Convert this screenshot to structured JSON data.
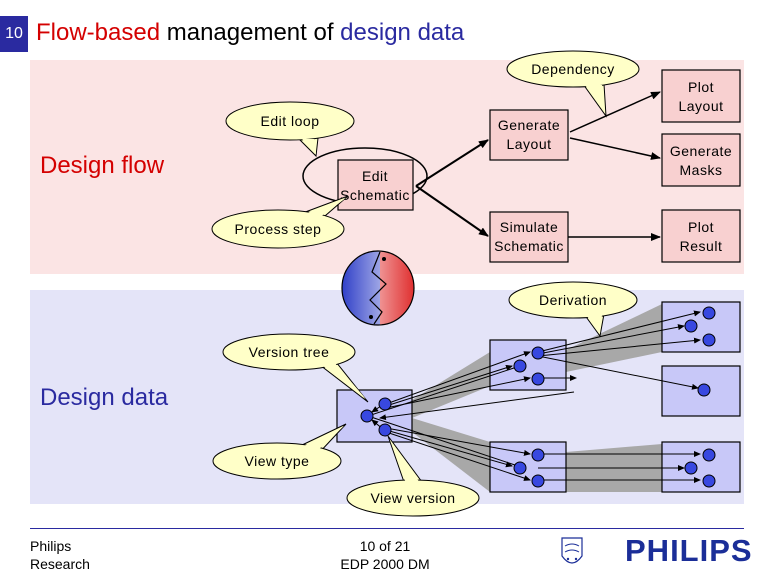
{
  "header": {
    "slide_number": "10",
    "title_part1": "Flow-based",
    "title_part2": " management of ",
    "title_part3": "design data"
  },
  "design_flow": {
    "label": "Design flow",
    "boxes": {
      "edit_schematic": [
        "Edit",
        "Schematic"
      ],
      "generate_layout": [
        "Generate",
        "Layout"
      ],
      "simulate_schematic": [
        "Simulate",
        "Schematic"
      ],
      "plot_layout": [
        "Plot",
        "Layout"
      ],
      "generate_masks": [
        "Generate",
        "Masks"
      ],
      "plot_result": [
        "Plot",
        "Result"
      ]
    },
    "callouts": {
      "edit_loop": "Edit loop",
      "process_step": "Process step",
      "dependency": "Dependency"
    }
  },
  "design_data": {
    "label": "Design data",
    "callouts": {
      "version_tree": "Version tree",
      "view_type": "View type",
      "view_version": "View version",
      "derivation": "Derivation"
    }
  },
  "footer": {
    "org_line1": "Philips",
    "org_line2": "Research",
    "page": "10 of 21",
    "event": "EDP 2000 DM",
    "logo_text": "PHILIPS"
  },
  "colors": {
    "accent_blue": "#2a2aa0",
    "accent_red": "#d40000",
    "flow_bg": "#fbe4e4",
    "data_bg": "#e4e4f8",
    "callout": "#ffffc8",
    "flow_box": "#f8d0d0",
    "data_box": "#c8c8f8",
    "node": "#3848e0"
  }
}
